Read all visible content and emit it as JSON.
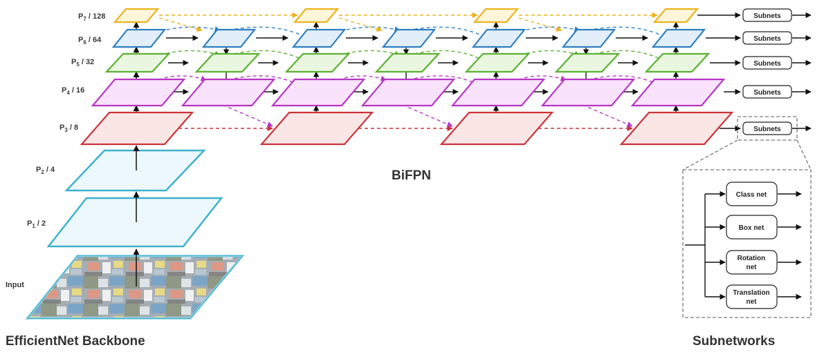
{
  "colors": {
    "p3": {
      "stroke": "#c9333a",
      "fill": "#fbe6e6"
    },
    "p4": {
      "stroke": "#b637c3",
      "fill": "#f9e2fb"
    },
    "p5": {
      "stroke": "#5ab131",
      "fill": "#eaf6e0"
    },
    "p6": {
      "stroke": "#2f7fc1",
      "fill": "#e2eef9"
    },
    "p7": {
      "stroke": "#ecb31f",
      "fill": "#fff6da"
    },
    "backbone": {
      "stroke": "#3eb1cc",
      "fill": "#ecf8fb"
    },
    "arrow": "#111111"
  },
  "backbone": {
    "title": "EfficientNet Backbone",
    "input_label": "Input",
    "levels": {
      "p1": {
        "base": "P",
        "sub": "1",
        "suffix": " / 2"
      },
      "p2": {
        "base": "P",
        "sub": "2",
        "suffix": " / 4"
      },
      "p3": {
        "base": "P",
        "sub": "3",
        "suffix": " / 8"
      },
      "p4": {
        "base": "P",
        "sub": "4",
        "suffix": " / 16"
      },
      "p5": {
        "base": "P",
        "sub": "5",
        "suffix": " / 32"
      },
      "p6": {
        "base": "P",
        "sub": "6",
        "suffix": " / 64"
      },
      "p7": {
        "base": "P",
        "sub": "7",
        "suffix": " / 128"
      }
    }
  },
  "bifpn": {
    "title": "BiFPN",
    "subnets_label": "Subnets"
  },
  "subnetworks": {
    "title": "Subnetworks",
    "boxes": {
      "class": {
        "line1": "Class net",
        "line2": ""
      },
      "box": {
        "line1": "Box net",
        "line2": ""
      },
      "rotation": {
        "line1": "Rotation",
        "line2": "net"
      },
      "translation": {
        "line1": "Translation",
        "line2": "net"
      }
    }
  }
}
